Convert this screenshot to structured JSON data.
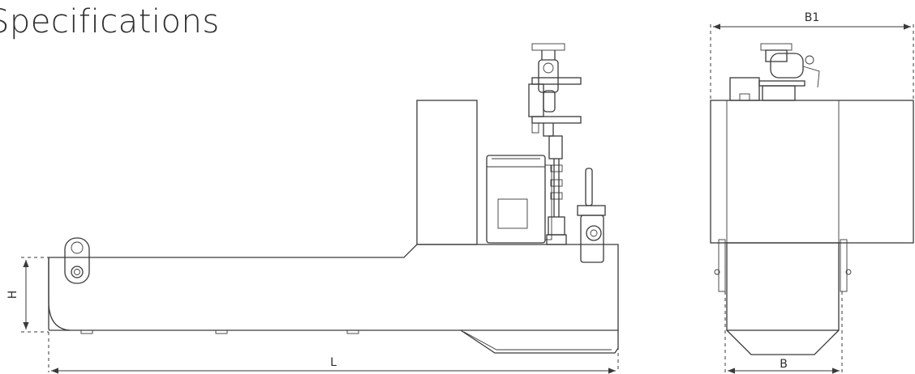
{
  "page": {
    "title": "Specifications"
  },
  "dimensions": {
    "length": "L",
    "height": "H",
    "width": "B",
    "overall_width": "B1"
  }
}
